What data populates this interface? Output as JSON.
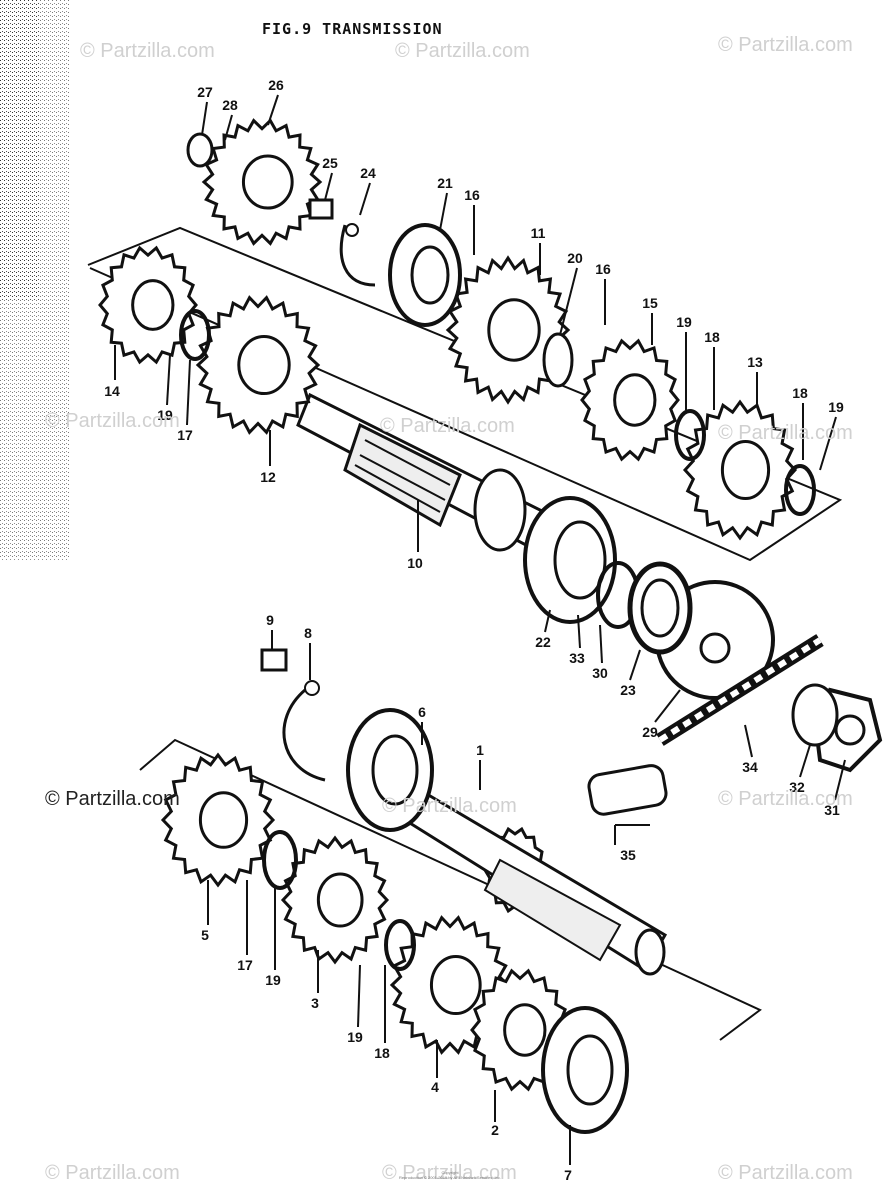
{
  "title": "FIG.9  TRANSMISSION",
  "watermark": "© Partzilla.com",
  "copyright": {
    "line1": "Copyright",
    "line2": "Reproduction © 2001-2019 by ARI Network Services, Inc."
  },
  "parts": {
    "p1": "1",
    "p2": "2",
    "p3": "3",
    "p4": "4",
    "p5": "5",
    "p6": "6",
    "p7": "7",
    "p8": "8",
    "p9": "9",
    "p10": "10",
    "p11": "11",
    "p12": "12",
    "p13": "13",
    "p14": "14",
    "p15": "15",
    "p16": "16",
    "p17": "17",
    "p18": "18",
    "p19": "19",
    "p20": "20",
    "p21": "21",
    "p22": "22",
    "p23": "23",
    "p24": "24",
    "p25": "25",
    "p26": "26",
    "p27": "27",
    "p28": "28",
    "p29": "29",
    "p30": "30",
    "p31": "31",
    "p32": "32",
    "p33": "33",
    "p34": "34",
    "p35": "35"
  },
  "colors": {
    "ink": "#111111",
    "watermark": "#d0d0d0"
  }
}
